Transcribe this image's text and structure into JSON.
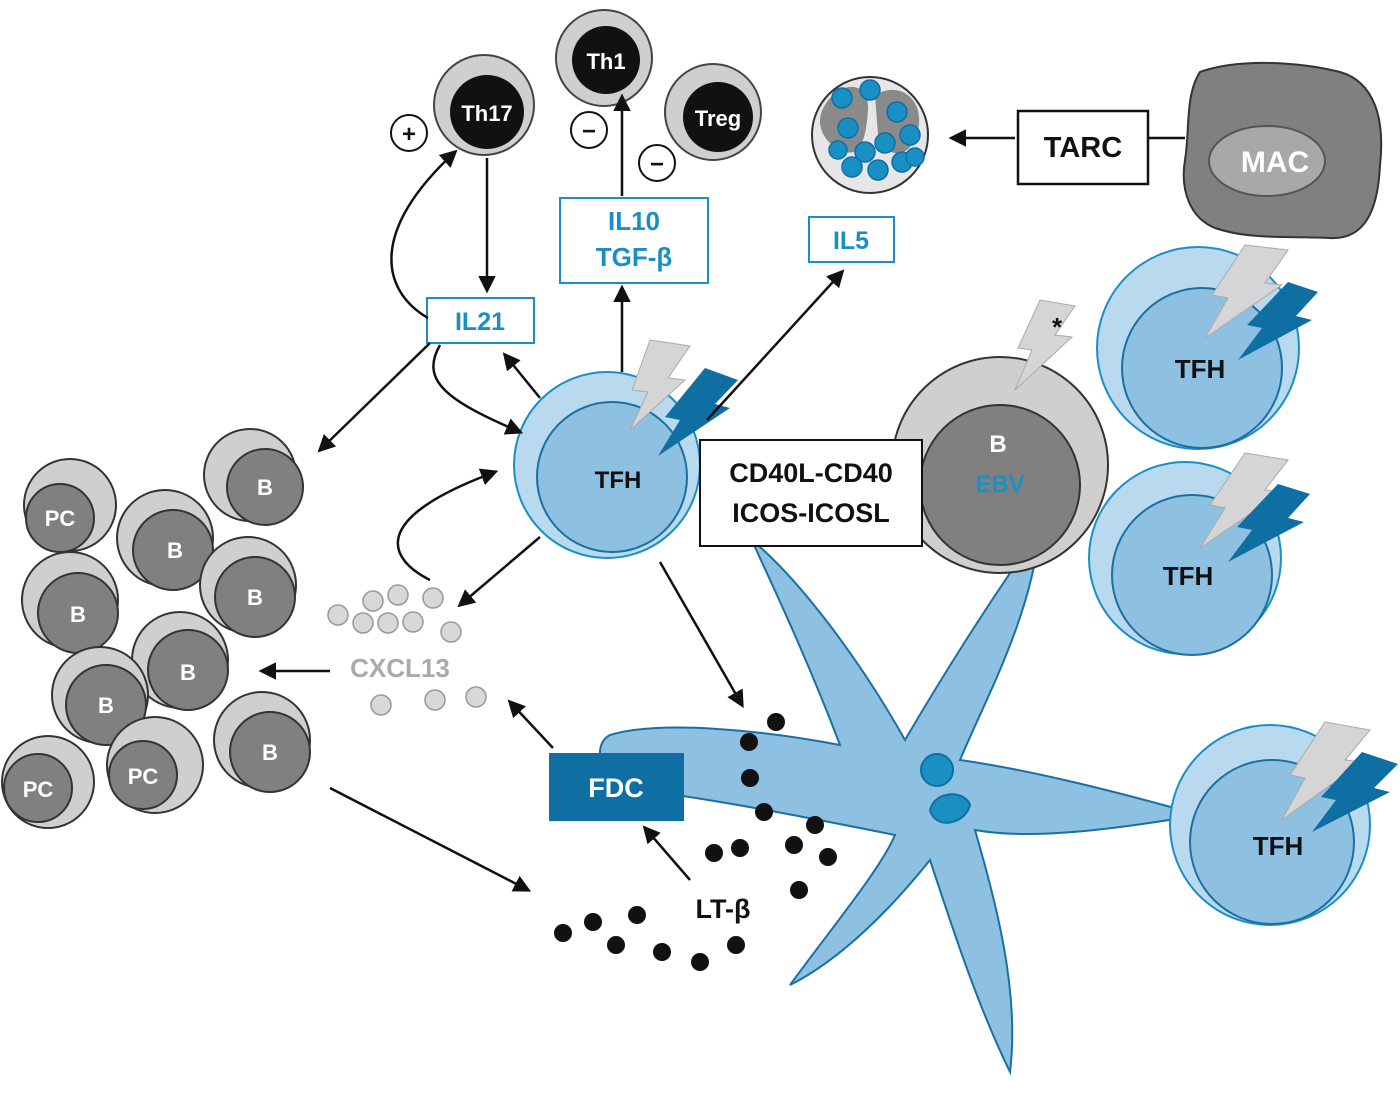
{
  "colors": {
    "fdc_blue": "#0f6fa3",
    "cell_blue_light": "#b9d9ee",
    "cell_blue_mid": "#8ec0e1",
    "cytokine_text": "#1a8fc4",
    "gray_dark": "#808080",
    "gray_light": "#cfcfcf",
    "black": "#111111"
  },
  "cells": {
    "th17": "Th17",
    "th1": "Th1",
    "treg": "Treg",
    "mac": "MAC",
    "tfh_center": "TFH",
    "tfh_right_top": "TFH",
    "tfh_right_mid": "TFH",
    "tfh_right_bottom": "TFH",
    "ebv_b_letter": "B",
    "ebv_label": "EBV",
    "fdc": "FDC",
    "b_cell": "B",
    "plasma_cell": "PC"
  },
  "cytokines": {
    "il21": "IL21",
    "il10": "IL10",
    "tgf_beta": "TGF-β",
    "il5": "IL5",
    "tarc": "TARC",
    "cxcl13": "CXCL13",
    "lt_beta": "LT-β"
  },
  "interaction_box": {
    "line1": "CD40L-CD40",
    "line2": "ICOS-ICOSL"
  },
  "signs": {
    "plus": "+",
    "minus": "−",
    "asterisk": "*"
  }
}
